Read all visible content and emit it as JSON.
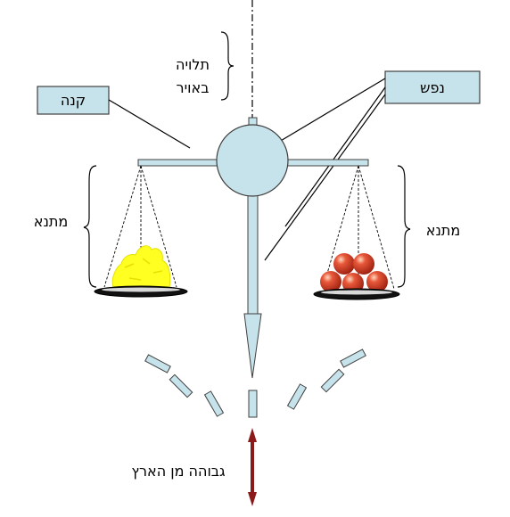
{
  "labels": {
    "suspended_line1": "תלויה",
    "suspended_line2": "באויר",
    "kaneh": "קנה",
    "nefesh": "נפש",
    "matna_left": "מתנא",
    "matna_right": "מתנא",
    "height_from_ground": "גבוהה מן הארץ"
  },
  "colors": {
    "balance_fill": "#c6e2ea",
    "box_fill": "#c6e2ea",
    "outline": "#404040",
    "height_arrow": "#8b1a1a",
    "gold": "#ffff22",
    "apple": "#d63a1a",
    "pan": "#111111"
  },
  "icons": {
    "left_pan_contents": "gold-heap-icon",
    "right_pan_contents": "apple-pile-icon"
  }
}
